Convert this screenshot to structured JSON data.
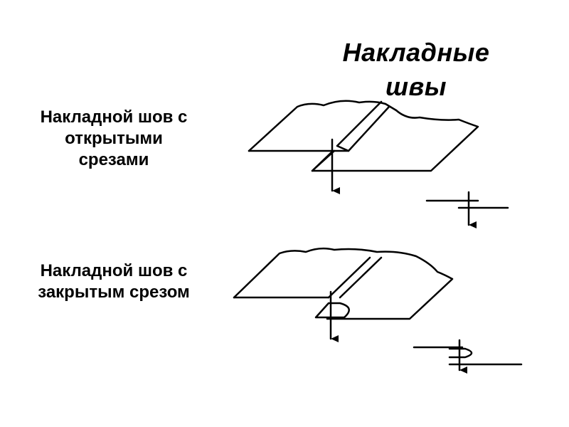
{
  "title": "Накладные\nшвы",
  "seams": [
    {
      "label": "Накладной шов с\nоткрытыми\nсрезами"
    },
    {
      "label": "Накладной шов с\nзакрытым срезом"
    }
  ]
}
